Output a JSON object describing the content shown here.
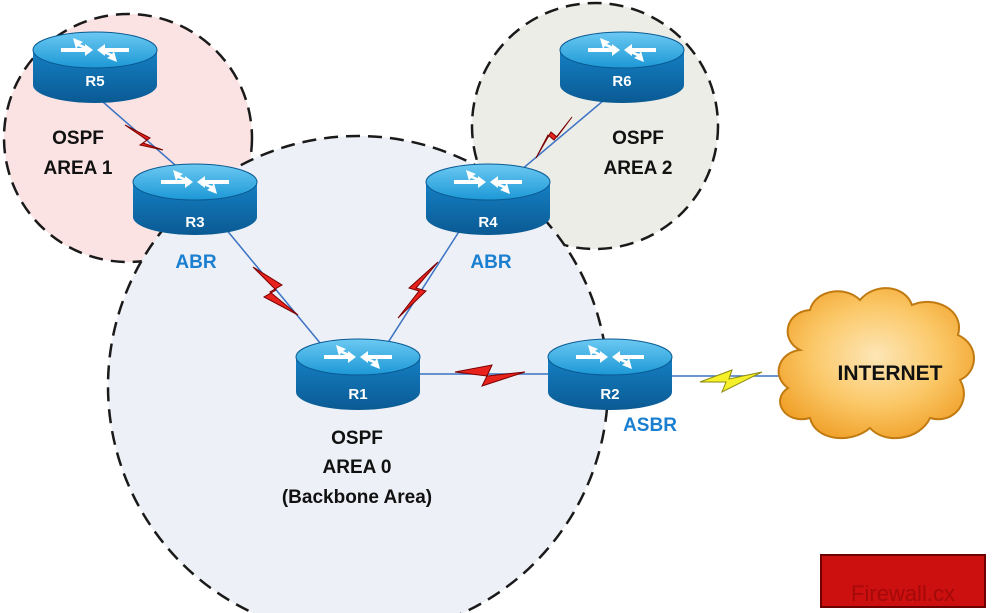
{
  "colors": {
    "area1_fill": "#fbe3e3",
    "area2_fill": "#ecede7",
    "area0_fill": "#edf0f6",
    "router_top": "#2aa6e0",
    "router_body": "#0d6fb0",
    "role_label": "#1a7fd0",
    "link_red": "#e8221d",
    "link_yellow": "#f5f02a",
    "cloud_fill": "#f6b03a",
    "logo_red": "#cc0f0f"
  },
  "areas": {
    "area1": {
      "line1": "OSPF",
      "line2": "AREA 1"
    },
    "area2": {
      "line1": "OSPF",
      "line2": "AREA 2"
    },
    "area0": {
      "line1": "OSPF",
      "line2": "AREA 0",
      "line3": "(Backbone Area)"
    }
  },
  "routers": {
    "r5": {
      "name": "R5",
      "icon": "router-icon"
    },
    "r6": {
      "name": "R6",
      "icon": "router-icon"
    },
    "r3": {
      "name": "R3",
      "role": "ABR",
      "icon": "router-icon"
    },
    "r4": {
      "name": "R4",
      "role": "ABR",
      "icon": "router-icon"
    },
    "r1": {
      "name": "R1",
      "icon": "router-icon"
    },
    "r2": {
      "name": "R2",
      "role": "ASBR",
      "icon": "router-icon"
    }
  },
  "internet": {
    "label": "INTERNET",
    "icon": "cloud-icon"
  },
  "watermark": {
    "text": "Firewall.cx"
  }
}
